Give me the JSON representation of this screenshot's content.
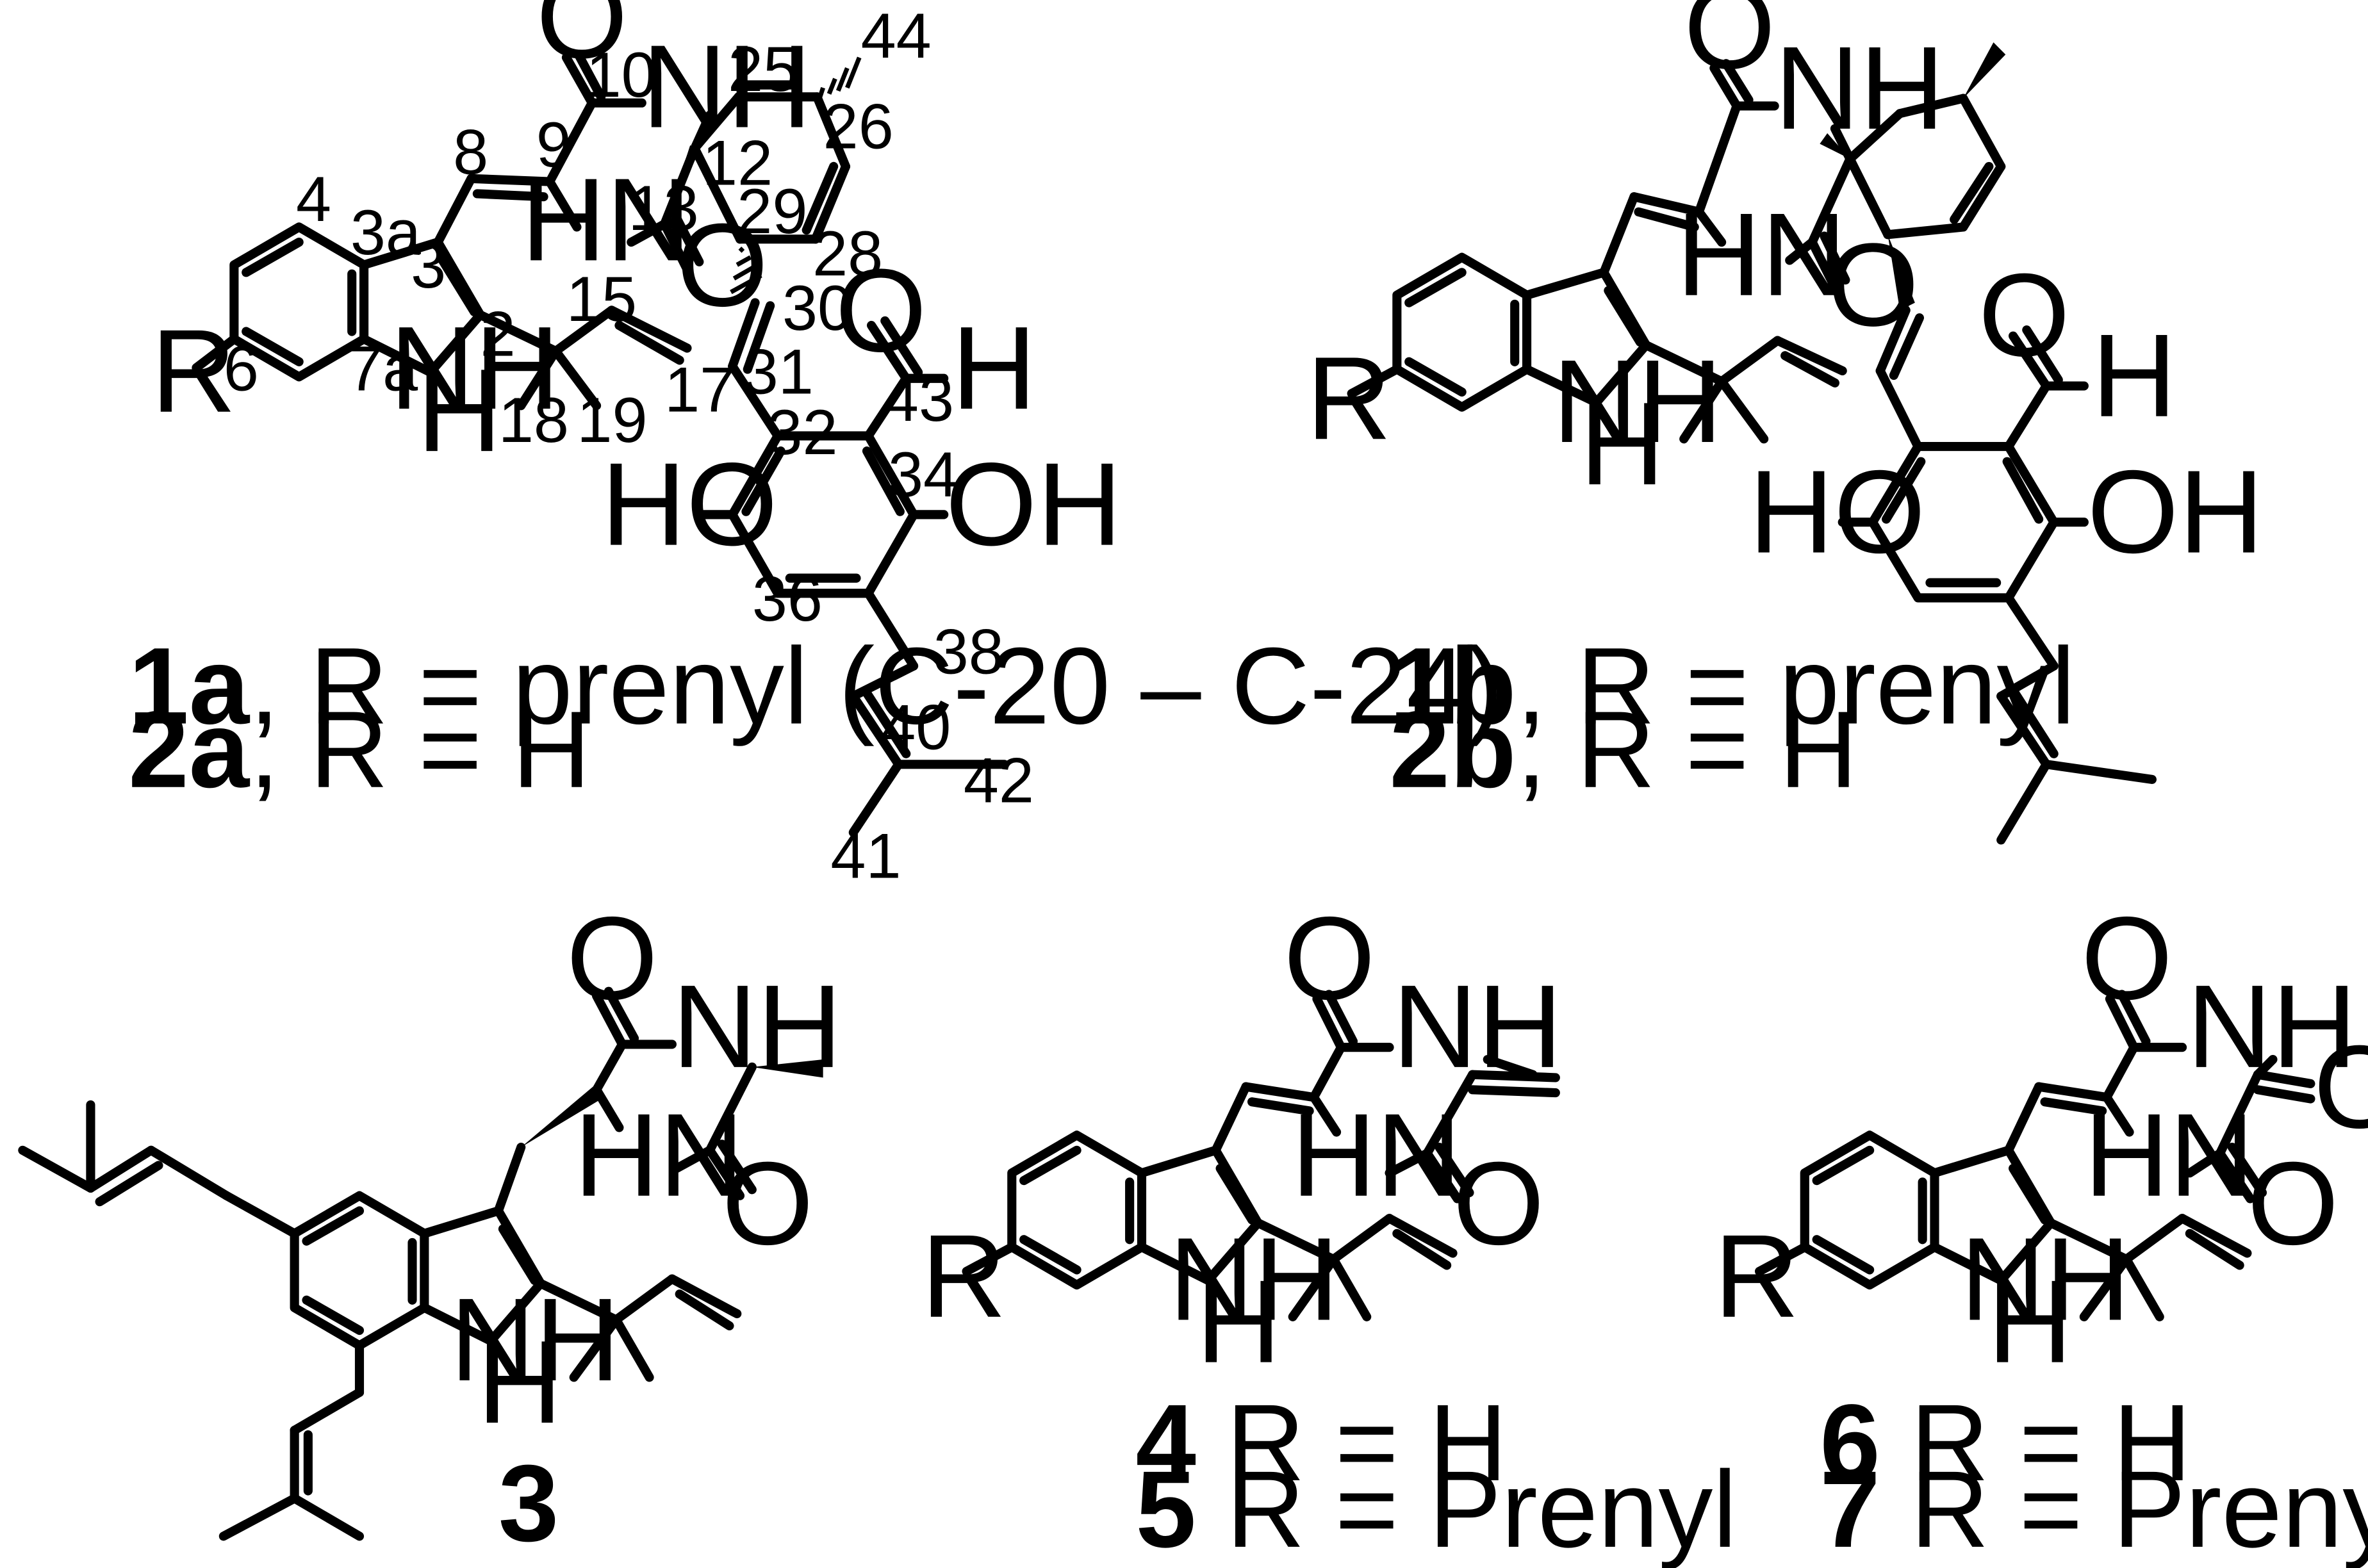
{
  "figure": {
    "mol_1a2a": {
      "atoms": {
        "o10": "O",
        "nh11": "NH",
        "hn14": "HN",
        "o13": "O",
        "nh1": "NH",
        "h1": "H",
        "r": "R",
        "cho_o": "O",
        "cho_h": "H",
        "ho_left": "HO",
        "oh_right": "OH",
        "me44": "44"
      },
      "numbers": [
        "4",
        "3a",
        "3",
        "8",
        "9",
        "10",
        "25",
        "26",
        "12",
        "13",
        "29",
        "28",
        "30",
        "31",
        "32",
        "43",
        "34",
        "36",
        "38",
        "40",
        "41",
        "42",
        "6",
        "7a",
        "2",
        "15",
        "17",
        "18",
        "19"
      ],
      "captions": [
        {
          "id": "1a",
          "text": ", R = prenyl (C-20 – C-24)"
        },
        {
          "id": "2a",
          "text": ", R = H"
        }
      ]
    },
    "mol_1b2b": {
      "atoms": {
        "o": "O",
        "nh": "NH",
        "hn": "HN",
        "o2": "O",
        "nh1": "NH",
        "h1": "H",
        "r": "R",
        "cho_o": "O",
        "cho_h": "H",
        "ho": "HO",
        "oh": "OH"
      },
      "captions": [
        {
          "id": "1b",
          "text": ", R = prenyl"
        },
        {
          "id": "2b",
          "text": ", R = H"
        }
      ]
    },
    "mol_3": {
      "atoms": {
        "o": "O",
        "nh": "NH",
        "hn": "HN",
        "o2": "O",
        "nh1": "NH",
        "h1": "H"
      },
      "caption": "3"
    },
    "mol_45": {
      "atoms": {
        "o": "O",
        "nh": "NH",
        "hn": "HN",
        "o2": "O",
        "nh1": "NH",
        "h1": "H",
        "r": "R"
      },
      "captions": [
        {
          "id": "4",
          "text": " R = H"
        },
        {
          "id": "5",
          "text": " R = Prenyl"
        }
      ]
    },
    "mol_67": {
      "atoms": {
        "o": "O",
        "nh": "NH",
        "o3": "O",
        "hn": "HN",
        "o2": "O",
        "nh1": "NH",
        "h1": "H",
        "r": "R"
      },
      "captions": [
        {
          "id": "6",
          "text": " R = H"
        },
        {
          "id": "7",
          "text": " R = Prenyl"
        }
      ]
    }
  }
}
